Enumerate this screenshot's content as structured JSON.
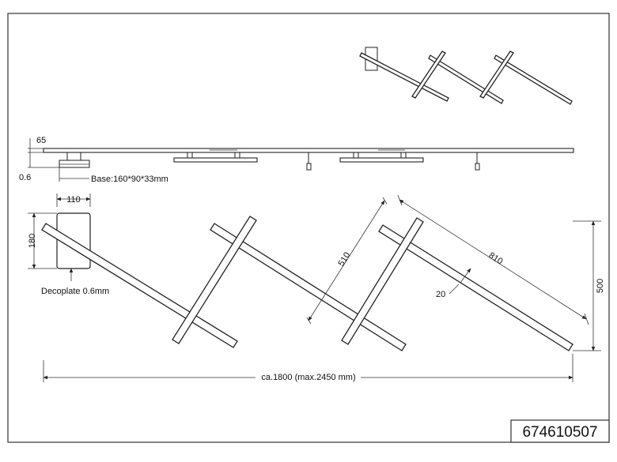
{
  "product_code": "674610507",
  "labels": {
    "base": "Base:160*90*33mm",
    "decoplate": "Decoplate 0.6mm",
    "width": "110",
    "height": "180",
    "thickness": "65",
    "plate": "0.6",
    "bar_spacing": "510",
    "bar_length": "810",
    "bar_width": "20",
    "total_height": "500",
    "total_length": "ca.1800 (max.2450 mm)"
  },
  "colors": {
    "line": "#222222",
    "background": "#ffffff"
  }
}
